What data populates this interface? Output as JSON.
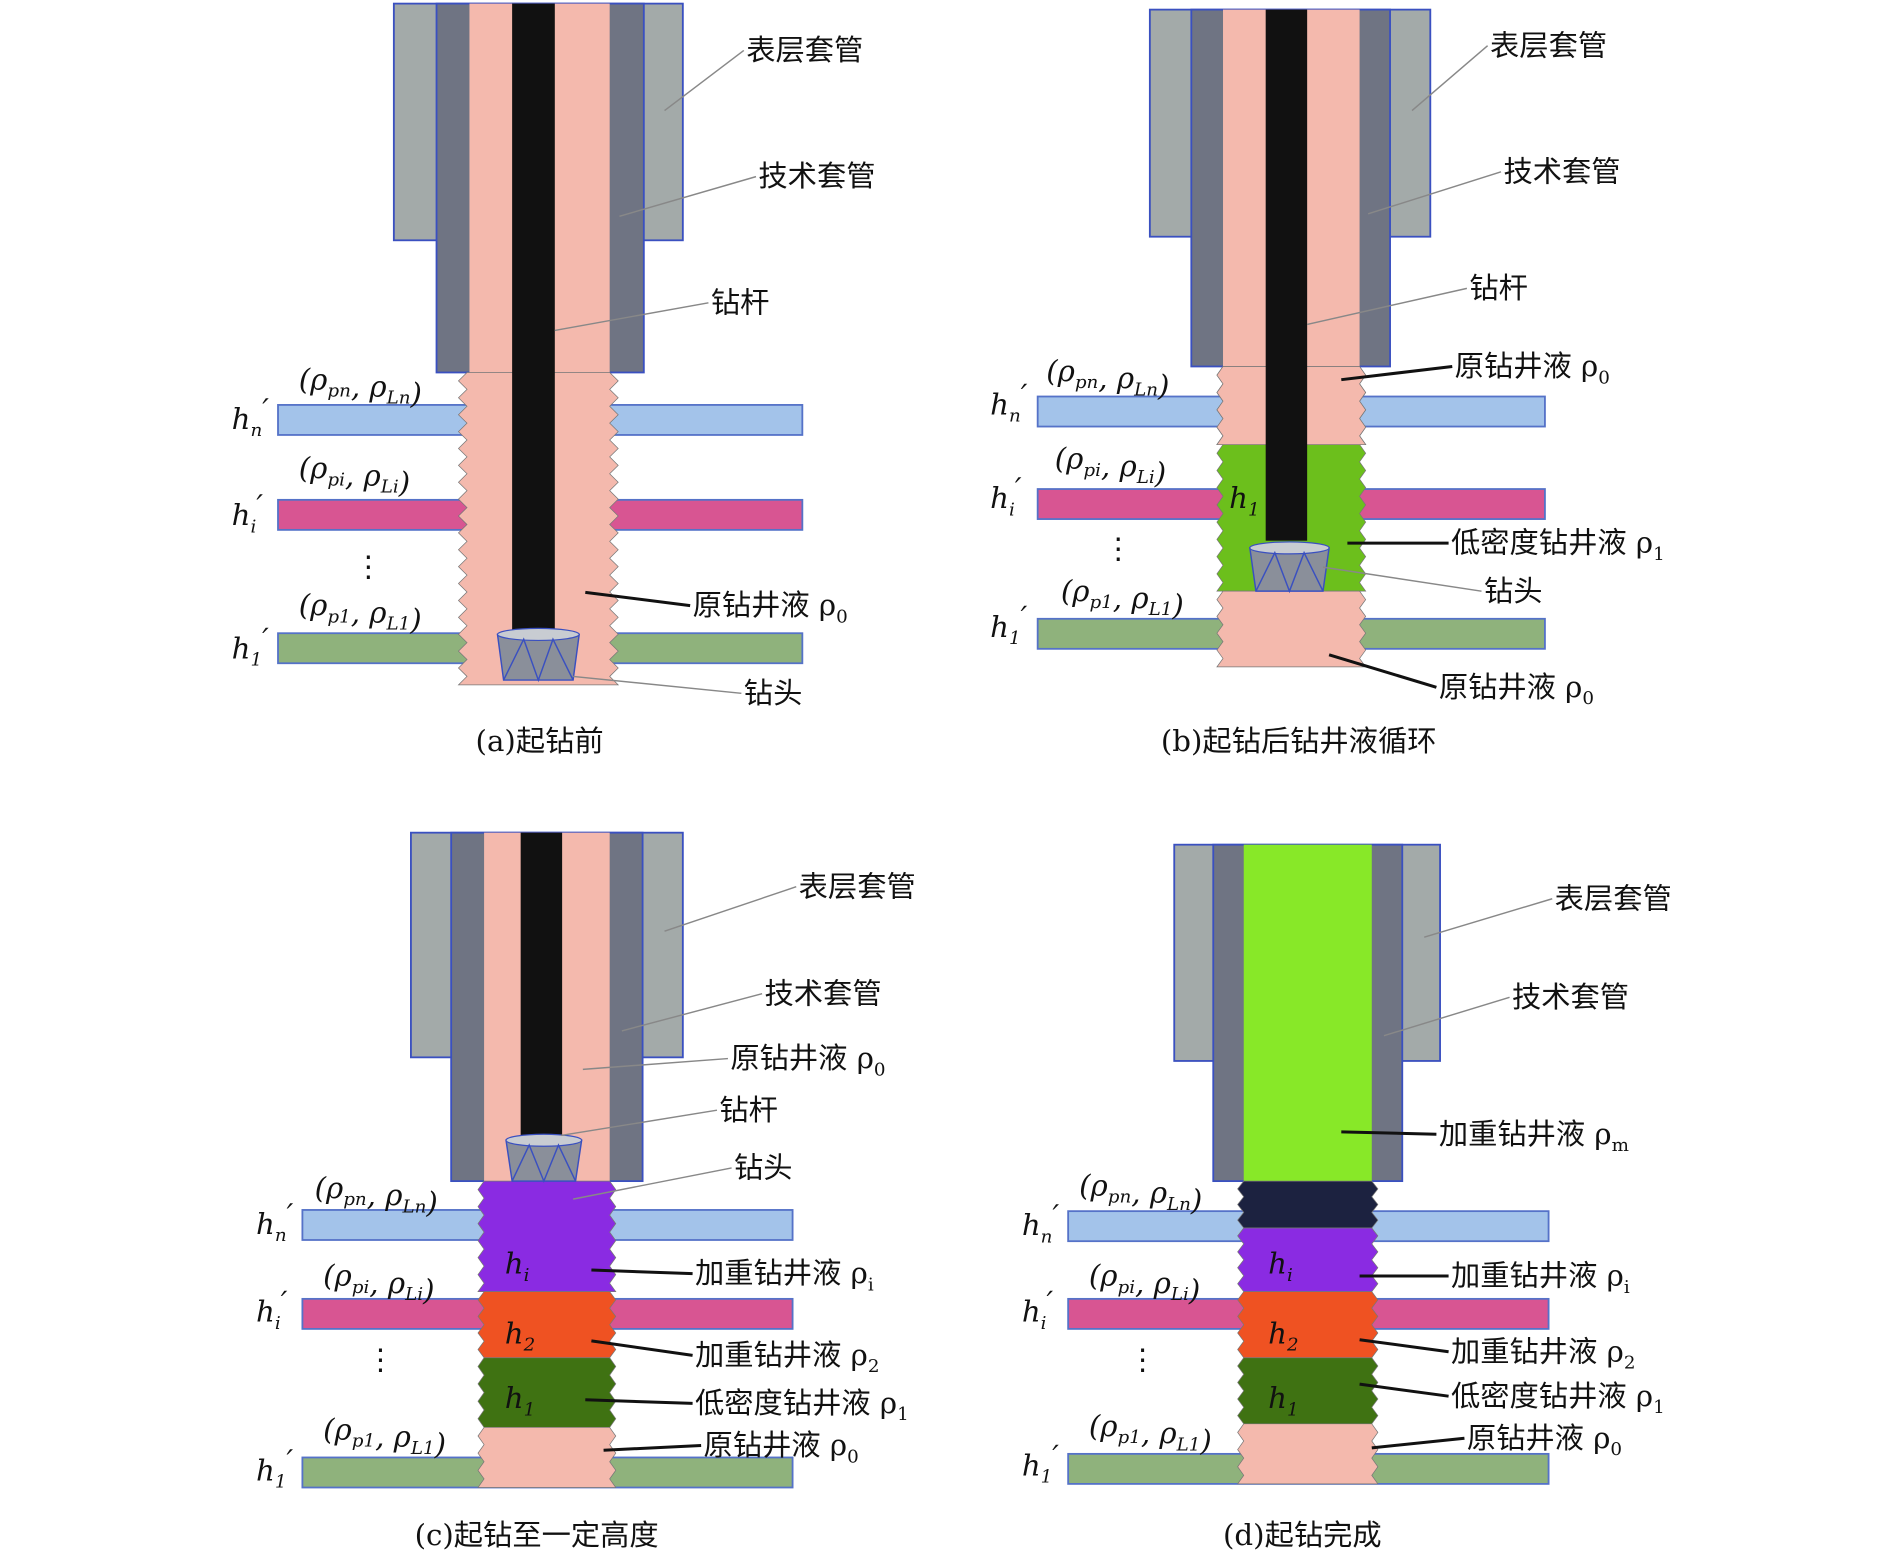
{
  "colors": {
    "surface_casing": "#a3aaa9",
    "tech_casing": "#6f7483",
    "original_fluid": "#f4b9ad",
    "drill_pipe": "#111111",
    "low_density": "#6cbf1c",
    "weighted_m": "#88e828",
    "weighted_i": "#8a2be2",
    "weighted_2": "#ef5222",
    "low_density_dark": "#3f7212",
    "top_dark": "#1c2240",
    "band_n": "#a3c3ea",
    "band_i": "#d85592",
    "band_1": "#8fb27c",
    "outline": "#3a50c0"
  },
  "formation": {
    "hn": [
      "h",
      "n",
      "′"
    ],
    "hi": [
      "h",
      "i",
      "′"
    ],
    "h1": [
      "h",
      "1",
      "′"
    ],
    "rho_n": [
      [
        "(ρ",
        "pn"
      ],
      [
        ", ρ",
        "Ln"
      ],
      [
        ")",
        ""
      ]
    ],
    "rho_i": [
      [
        "(ρ",
        "pi"
      ],
      [
        ", ρ",
        "Li"
      ],
      [
        ")",
        ""
      ]
    ],
    "rho_1": [
      [
        "(ρ",
        "p1"
      ],
      [
        ", ρ",
        "L1"
      ],
      [
        ")",
        ""
      ]
    ],
    "dots": "⋮"
  },
  "panels": [
    {
      "caption": "(a)起钻前",
      "labels": [
        [
          "表层套管",
          ""
        ],
        [
          "技术套管",
          ""
        ],
        [
          "钻杆",
          ""
        ],
        [
          "原钻井液 ρ",
          "0"
        ],
        [
          "钻头",
          ""
        ]
      ]
    },
    {
      "caption": "(b)起钻后钻井液循环",
      "labels": [
        [
          "表层套管",
          ""
        ],
        [
          "技术套管",
          ""
        ],
        [
          "钻杆",
          ""
        ],
        [
          "原钻井液 ρ",
          "0"
        ],
        [
          "低密度钻井液 ρ",
          "1"
        ],
        [
          "钻头",
          ""
        ],
        [
          "原钻井液 ρ",
          "0"
        ]
      ],
      "zone_marks": [
        [
          "h",
          "1"
        ]
      ]
    },
    {
      "caption": "(c)起钻至一定高度",
      "labels": [
        [
          "表层套管",
          ""
        ],
        [
          "技术套管",
          ""
        ],
        [
          "原钻井液 ρ",
          "0"
        ],
        [
          "钻杆",
          ""
        ],
        [
          "钻头",
          ""
        ],
        [
          "加重钻井液 ρ",
          "i"
        ],
        [
          "加重钻井液 ρ",
          "2"
        ],
        [
          "低密度钻井液 ρ",
          "1"
        ],
        [
          "原钻井液 ρ",
          "0"
        ]
      ],
      "zone_marks": [
        [
          "h",
          "i"
        ],
        [
          "h",
          "2"
        ],
        [
          "h",
          "1"
        ]
      ]
    },
    {
      "caption": "(d)起钻完成",
      "labels": [
        [
          "表层套管",
          ""
        ],
        [
          "技术套管",
          ""
        ],
        [
          "加重钻井液 ρ",
          "m"
        ],
        [
          "加重钻井液 ρ",
          "i"
        ],
        [
          "加重钻井液 ρ",
          "2"
        ],
        [
          "低密度钻井液 ρ",
          "1"
        ],
        [
          "原钻井液 ρ",
          "0"
        ]
      ],
      "zone_marks": [
        [
          "h",
          "i"
        ],
        [
          "h",
          "2"
        ],
        [
          "h",
          "1"
        ]
      ]
    }
  ]
}
